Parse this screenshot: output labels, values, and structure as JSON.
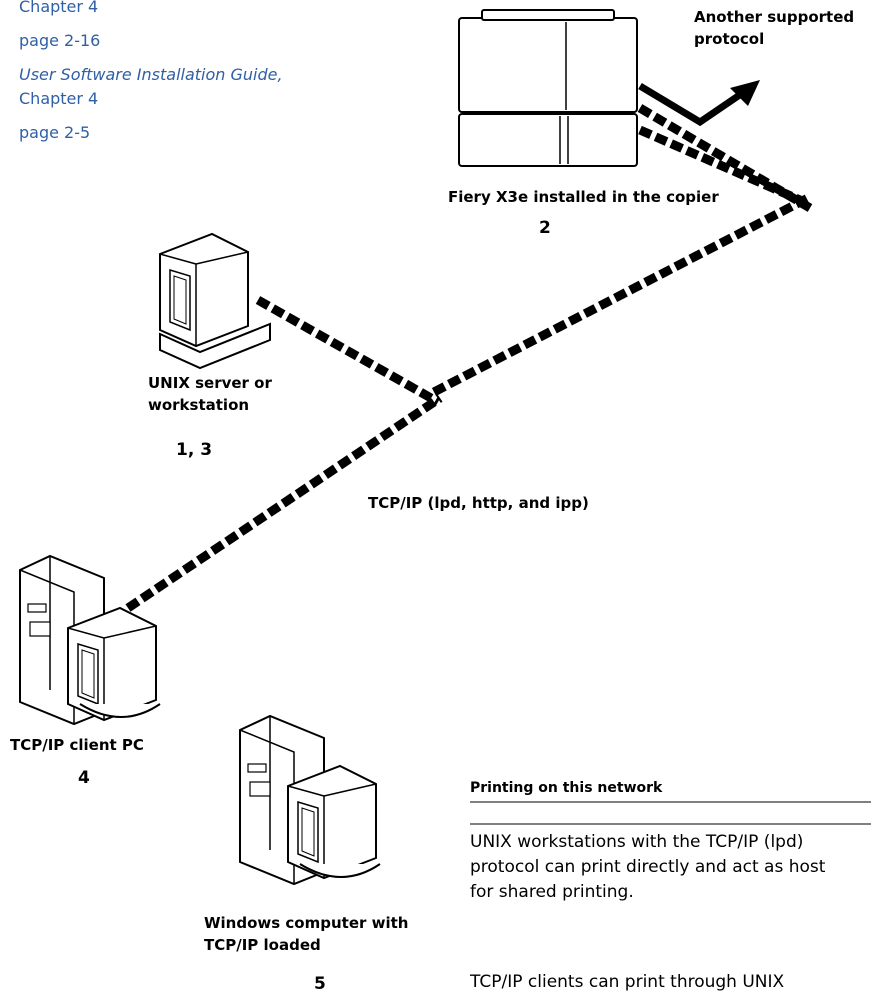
{
  "sidebar_refs": {
    "ref1": "Chapter 4",
    "ref2": "page 2-16",
    "ref3_italic": "User Software Installation Guide,",
    "ref3_line2": "Chapter 4",
    "ref4": "page 2-5"
  },
  "nodes": {
    "copier": {
      "label": "Fiery X3e installed in the copier",
      "step": "2"
    },
    "other_protocol": {
      "label_line1": "Another supported",
      "label_line2": "protocol"
    },
    "unix": {
      "label_line1": "UNIX server or",
      "label_line2": "workstation",
      "step": "1, 3"
    },
    "tcp_client": {
      "label": "TCP/IP client PC",
      "step": "4"
    },
    "windows": {
      "label_line1": "Windows computer with",
      "label_line2": "TCP/IP loaded",
      "step": "5"
    }
  },
  "network_label": "TCP/IP (lpd, http, and ipp)",
  "side_panel": {
    "heading": "Printing on this network",
    "para1_line1": "UNIX workstations with the TCP/IP (lpd)",
    "para1_line2": "protocol can print directly and act as host",
    "para1_line3": "for shared printing.",
    "para2_line1": "TCP/IP clients can print through UNIX"
  }
}
